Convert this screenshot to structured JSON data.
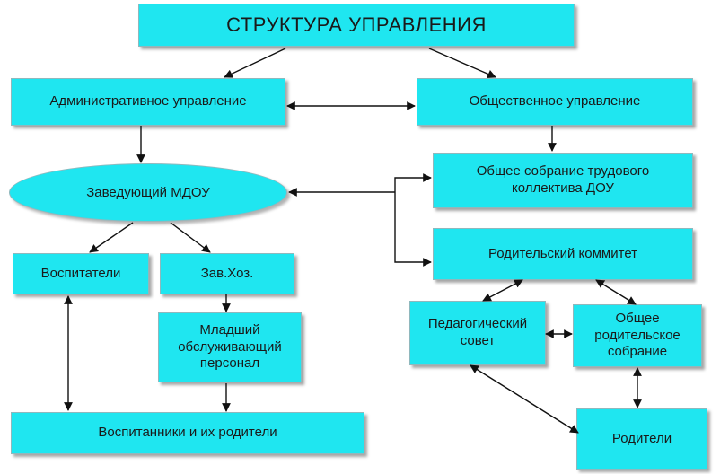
{
  "title": "СТРУКТУРА УПРАВЛЕНИЯ",
  "nodes": {
    "admin": "Административное управление",
    "public": "Общественное управление",
    "head": "Заведующий МДОУ",
    "general_meeting": "Общее собрание трудового коллектива ДОУ",
    "parent_committee": "Родительский коммитет",
    "teachers": "Воспитатели",
    "supply_manager": "Зав.Хоз.",
    "junior_staff": "Младший обслуживающий персонал",
    "pupils": "Воспитанники и их родители",
    "pedagogical_council": "Педагогический совет",
    "parent_meeting": "Общее родительское собрание",
    "parents": "Родители"
  },
  "colors": {
    "box_fill": "#1fe6f0",
    "border": "#8fb8bd",
    "arrow": "#111111"
  }
}
